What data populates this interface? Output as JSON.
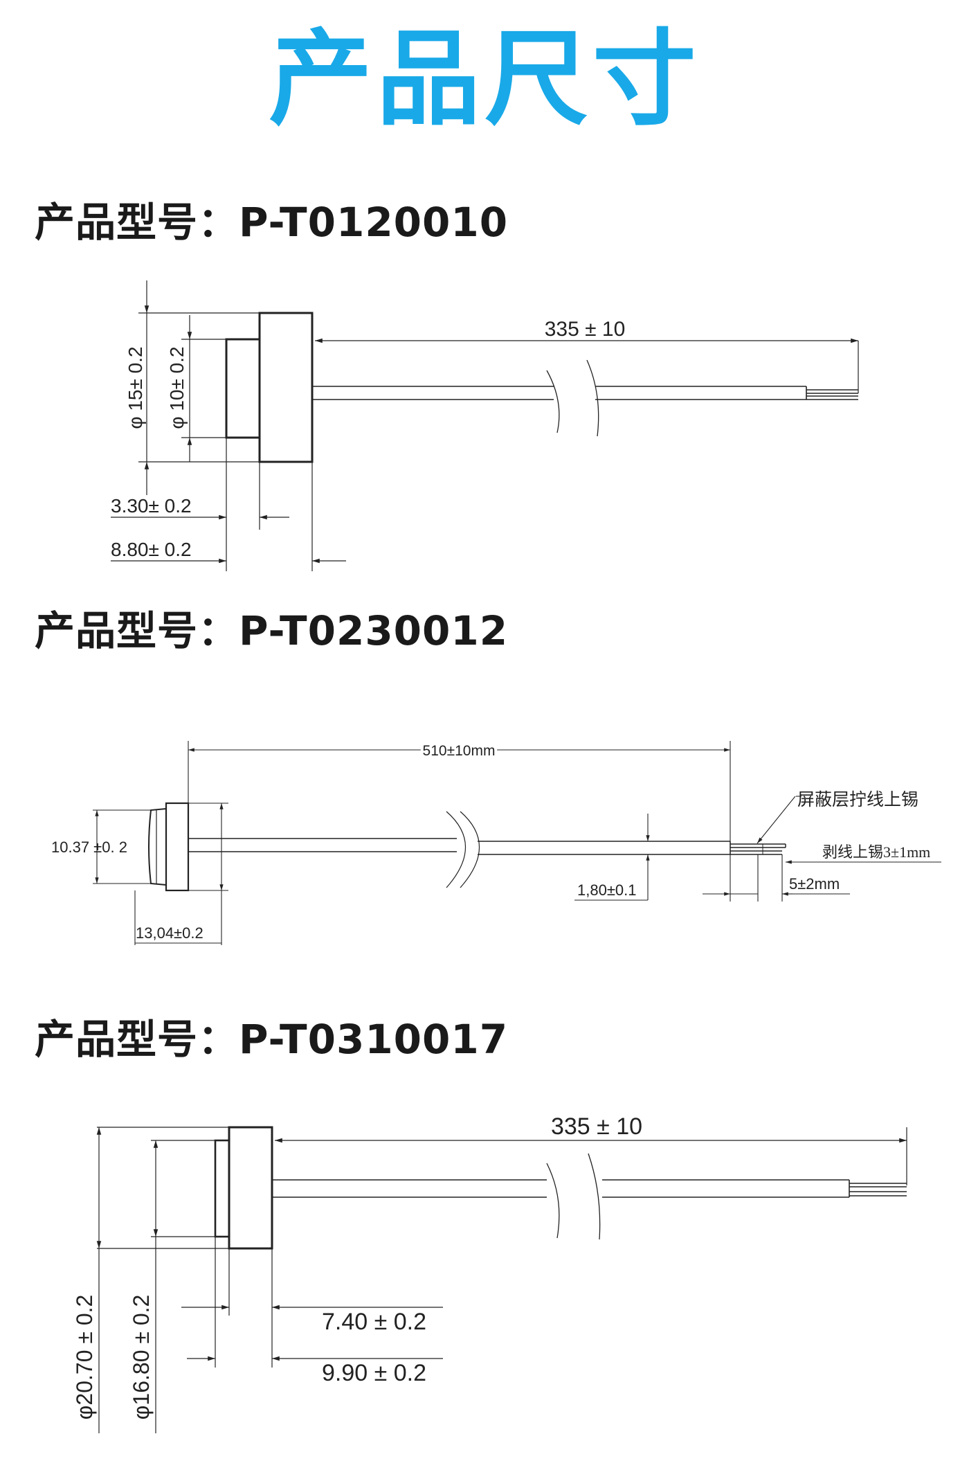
{
  "title": "产品尺寸",
  "products": [
    {
      "model_label": "产品型号：P-T0120010",
      "dims": {
        "cable_length": "335 ± 10",
        "outer_diameter": "φ 15± 0.2",
        "inner_diameter": "φ 10± 0.2",
        "front_depth": "3.30± 0.2",
        "total_depth": "8.80± 0.2"
      }
    },
    {
      "model_label": "产品型号：P-T0230012",
      "dims": {
        "cable_length": "510±10mm",
        "inner_diameter": "10.37 ±0. 2",
        "outer_diameter": "13,04±0.2",
        "cable_diameter": "1,80±0.1",
        "shield_note": "屏蔽层拧线上锡",
        "strip_note": "剥线上锡3±1mm",
        "strip_length": "5±2mm"
      }
    },
    {
      "model_label": "产品型号：P-T0310017",
      "dims": {
        "cable_length": "335 ± 10",
        "outer_diameter": "φ20.70 ± 0.2",
        "inner_diameter": "φ16.80 ± 0.2",
        "front_depth": "7.40 ± 0.2",
        "total_depth": "9.90 ± 0.2"
      }
    }
  ]
}
